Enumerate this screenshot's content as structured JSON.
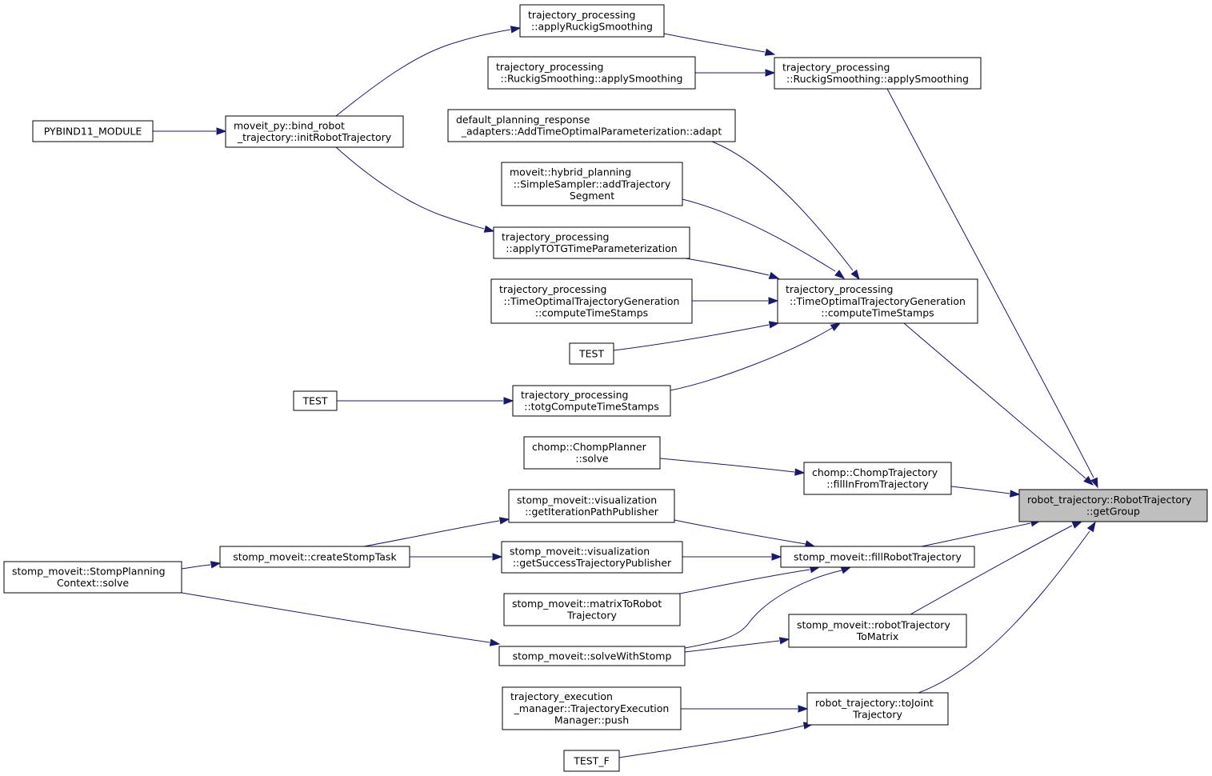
{
  "nodes": {
    "target": [
      "robot_trajectory::RobotTrajectory",
      "::getGroup"
    ],
    "ruckig_apply_smoothing": [
      "trajectory_processing",
      "::RuckigSmoothing::applySmoothing"
    ],
    "totg_compute": [
      "trajectory_processing",
      "::TimeOptimalTrajectoryGeneration",
      "::computeTimeStamps"
    ],
    "chomp_fill": [
      "chomp::ChompTrajectory",
      "::fillInFromTrajectory"
    ],
    "stomp_fill": [
      "stomp_moveit::fillRobotTrajectory"
    ],
    "stomp_to_matrix": [
      "stomp_moveit::robotTrajectory",
      "ToMatrix"
    ],
    "to_joint": [
      "robot_trajectory::toJoint",
      "Trajectory"
    ],
    "apply_ruckig": [
      "trajectory_processing",
      "::applyRuckigSmoothing"
    ],
    "ruckig_apply_smoothing_caller": [
      "trajectory_processing",
      "::RuckigSmoothing::applySmoothing"
    ],
    "add_top": [
      "default_planning_response",
      "_adapters::AddTimeOptimalParameterization::adapt"
    ],
    "simple_sampler": [
      "moveit::hybrid_planning",
      "::SimpleSampler::addTrajectory",
      "Segment"
    ],
    "apply_totg": [
      "trajectory_processing",
      "::applyTOTGTimeParameterization"
    ],
    "totg_compute_caller": [
      "trajectory_processing",
      "::TimeOptimalTrajectoryGeneration",
      "::computeTimeStamps"
    ],
    "test_a": [
      "TEST"
    ],
    "totg_stamps": [
      "trajectory_processing",
      "::totgComputeTimeStamps"
    ],
    "chomp_solve": [
      "chomp::ChompPlanner",
      "::solve"
    ],
    "vis_iter": [
      "stomp_moveit::visualization",
      "::getIterationPathPublisher"
    ],
    "vis_success": [
      "stomp_moveit::visualization",
      "::getSuccessTrajectoryPublisher"
    ],
    "matrix_to_robot": [
      "stomp_moveit::matrixToRobot",
      "Trajectory"
    ],
    "solve_with_stomp": [
      "stomp_moveit::solveWithStomp"
    ],
    "tem_push": [
      "trajectory_execution",
      "_manager::TrajectoryExecution",
      "Manager::push"
    ],
    "test_f": [
      "TEST_F"
    ],
    "init_robot_traj": [
      "moveit_py::bind_robot",
      "_trajectory::initRobotTrajectory"
    ],
    "test_b": [
      "TEST"
    ],
    "create_stomp_task": [
      "stomp_moveit::createStompTask"
    ],
    "pybind": [
      "PYBIND11_MODULE"
    ],
    "stomp_ctx_solve": [
      "stomp_moveit::StompPlanning",
      "Context::solve"
    ]
  },
  "colors": {
    "edge": "#191970",
    "node_border": "#000000",
    "focus_fill": "#bfbfbf"
  }
}
